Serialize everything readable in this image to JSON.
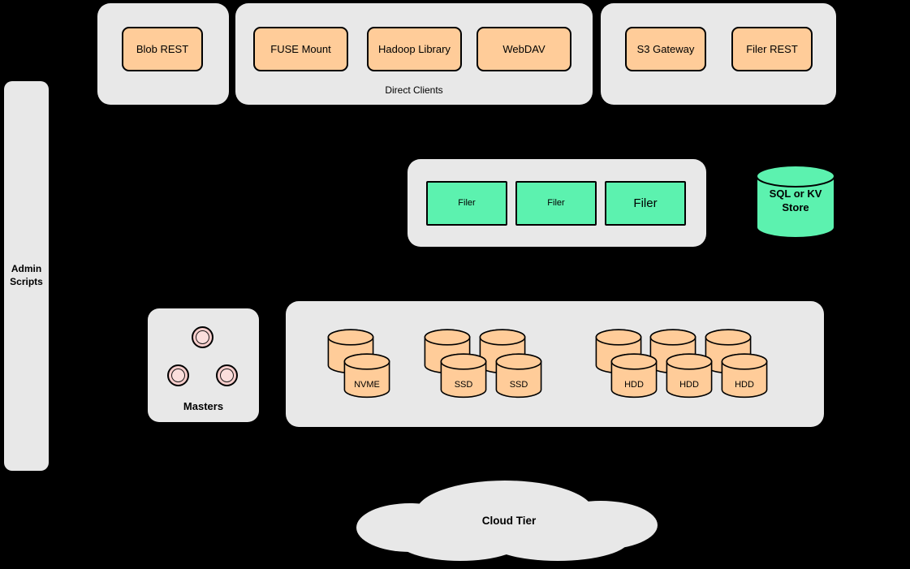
{
  "colors": {
    "background": "#000000",
    "group_fill": "#e8e8e8",
    "client_fill": "#ffcc99",
    "filer_fill": "#5cf2af",
    "master_fill": "#f8cecc",
    "outline": "#000000"
  },
  "admin_panel": {
    "label": "Admin\nScripts"
  },
  "client_groups": {
    "blob": {
      "buttons": [
        "Blob REST"
      ]
    },
    "direct": {
      "caption": "Direct Clients",
      "buttons": [
        "FUSE Mount",
        "Hadoop Library",
        "WebDAV"
      ]
    },
    "gateway": {
      "buttons": [
        "S3 Gateway",
        "Filer REST"
      ]
    }
  },
  "filer_cluster": {
    "nodes": [
      "Filer",
      "Filer",
      "Filer"
    ]
  },
  "metadata_store": {
    "label": "SQL or KV Store"
  },
  "masters": {
    "caption": "Masters"
  },
  "volume_servers": {
    "nvme": {
      "labels": [
        "NVME"
      ]
    },
    "ssd": {
      "labels": [
        "SSD",
        "SSD"
      ]
    },
    "hdd": {
      "labels": [
        "HDD",
        "HDD",
        "HDD"
      ]
    }
  },
  "cloud_tier": {
    "label": "Cloud Tier"
  }
}
